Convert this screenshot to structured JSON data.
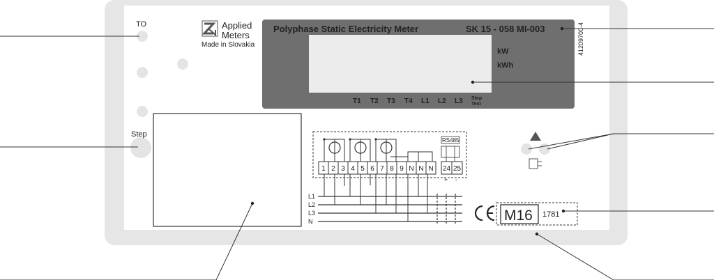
{
  "panel": {
    "to_label": "TO",
    "step_label": "Step",
    "brand_line1": "Applied",
    "brand_line2": "Meters",
    "made_in": "Made in Slovakia",
    "serial_vertical": "41209700-4"
  },
  "display": {
    "title": "Polyphase Static Electricity Meter",
    "model": "SK 15 - 058 MI-003",
    "unit_kw": "kW",
    "unit_kwh": "kWh",
    "indicators": [
      "T1",
      "T2",
      "T3",
      "T4",
      "L1",
      "L2",
      "L3"
    ],
    "step_test_1": "Step",
    "step_test_2": "Test"
  },
  "wiring": {
    "terminals": [
      "1",
      "2",
      "3",
      "4",
      "5",
      "6",
      "7",
      "8",
      "9",
      "N",
      "N",
      "N"
    ],
    "rs_label": "RS485",
    "rs_terminals": [
      "24",
      "25"
    ],
    "rs_plus": "+",
    "rs_minus": "-",
    "lines": [
      "L1",
      "L2",
      "L3",
      "N"
    ]
  },
  "certification": {
    "ce": "CE",
    "m16": "M16",
    "notified_body": "1781"
  },
  "colors": {
    "panel": "#e6e6e6",
    "display_bg": "#6f6f6f",
    "lcd": "#ececec"
  }
}
